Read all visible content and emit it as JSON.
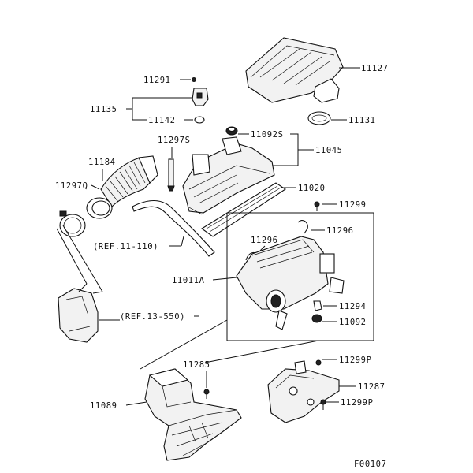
{
  "labels": {
    "p11127": "11127",
    "p11291": "11291",
    "p11135": "11135",
    "p11142": "11142",
    "p11131": "11131",
    "p11297S": "11297S",
    "p11092S": "11092S",
    "p11045": "11045",
    "p11184": "11184",
    "p11297Q": "11297Q",
    "p11020": "11020",
    "p11299": "11299",
    "p11296a": "11296",
    "p11296b": "11296",
    "ref11110": "(REF.11-110)",
    "p11011A": "11011A",
    "p11294": "11294",
    "p11092": "11092",
    "ref13550": "(REF.13-550)",
    "p11299Pa": "11299P",
    "p11285": "11285",
    "p11287": "11287",
    "p11089": "11089",
    "p11299Pb": "11299P",
    "figure_code": "F00107"
  }
}
